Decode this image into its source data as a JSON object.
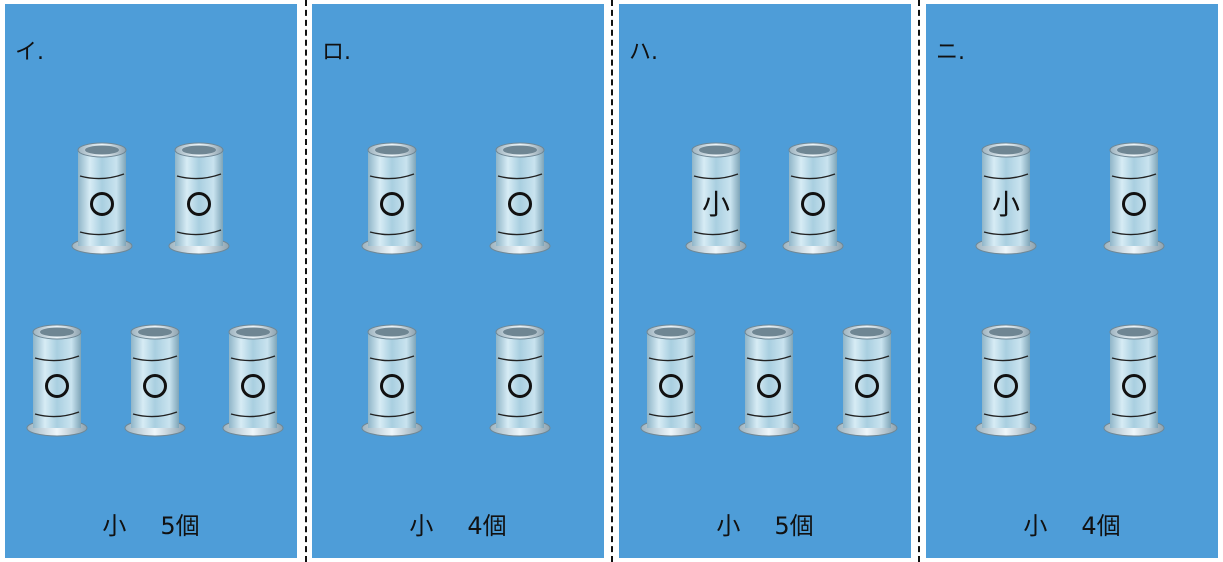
{
  "panels": [
    {
      "label": "イ.",
      "caption_size": "小",
      "caption_count": "5個",
      "top_row": [
        "circle",
        "circle"
      ],
      "bottom_row": [
        "circle",
        "circle",
        "circle"
      ]
    },
    {
      "label": "ロ.",
      "caption_size": "小",
      "caption_count": "4個",
      "top_row": [
        "circle",
        "circle"
      ],
      "bottom_row": [
        "circle",
        "circle"
      ]
    },
    {
      "label": "ハ.",
      "caption_size": "小",
      "caption_count": "5個",
      "top_row": [
        "小",
        "circle"
      ],
      "bottom_row": [
        "circle",
        "circle",
        "circle"
      ]
    },
    {
      "label": "ニ.",
      "caption_size": "小",
      "caption_count": "4個",
      "top_row": [
        "小",
        "circle"
      ],
      "bottom_row": [
        "circle",
        "circle"
      ]
    }
  ],
  "colors": {
    "panel_background": "#4e9dd8",
    "sleeve_metal": "#b9d7e8",
    "mark": "#111111"
  },
  "icons": {
    "sleeve": "ring-sleeve-connector-icon"
  }
}
